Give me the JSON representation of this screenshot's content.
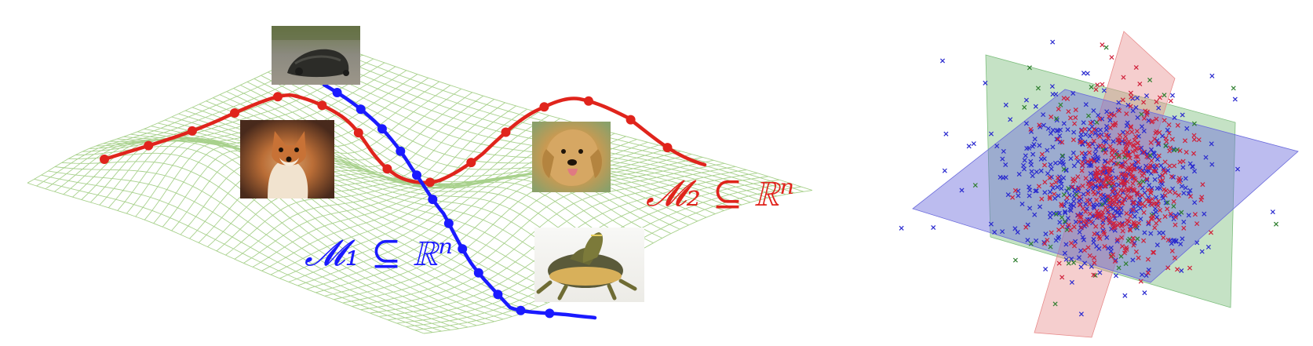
{
  "labels": {
    "manifold1": "𝓜₁ ⊆ ℝⁿ",
    "manifold2": "𝓜₂ ⊆ ℝⁿ"
  },
  "images": [
    {
      "name": "snapping-turtle-photo",
      "subject": "turtle"
    },
    {
      "name": "shiba-inu-photo",
      "subject": "dog"
    },
    {
      "name": "golden-retriever-photo",
      "subject": "dog"
    },
    {
      "name": "red-eared-slider-photo",
      "subject": "turtle"
    }
  ],
  "colors": {
    "surface_grid": "#a8d18c",
    "manifold1": "#1a1aff",
    "manifold2": "#e0241c",
    "plane_green": "#7fbf7f",
    "plane_red": "#e88a8a",
    "plane_blue": "#6b6bdc",
    "points_red": "#d0203a",
    "points_blue": "#2a2acf",
    "points_green": "#2f7f2f"
  }
}
